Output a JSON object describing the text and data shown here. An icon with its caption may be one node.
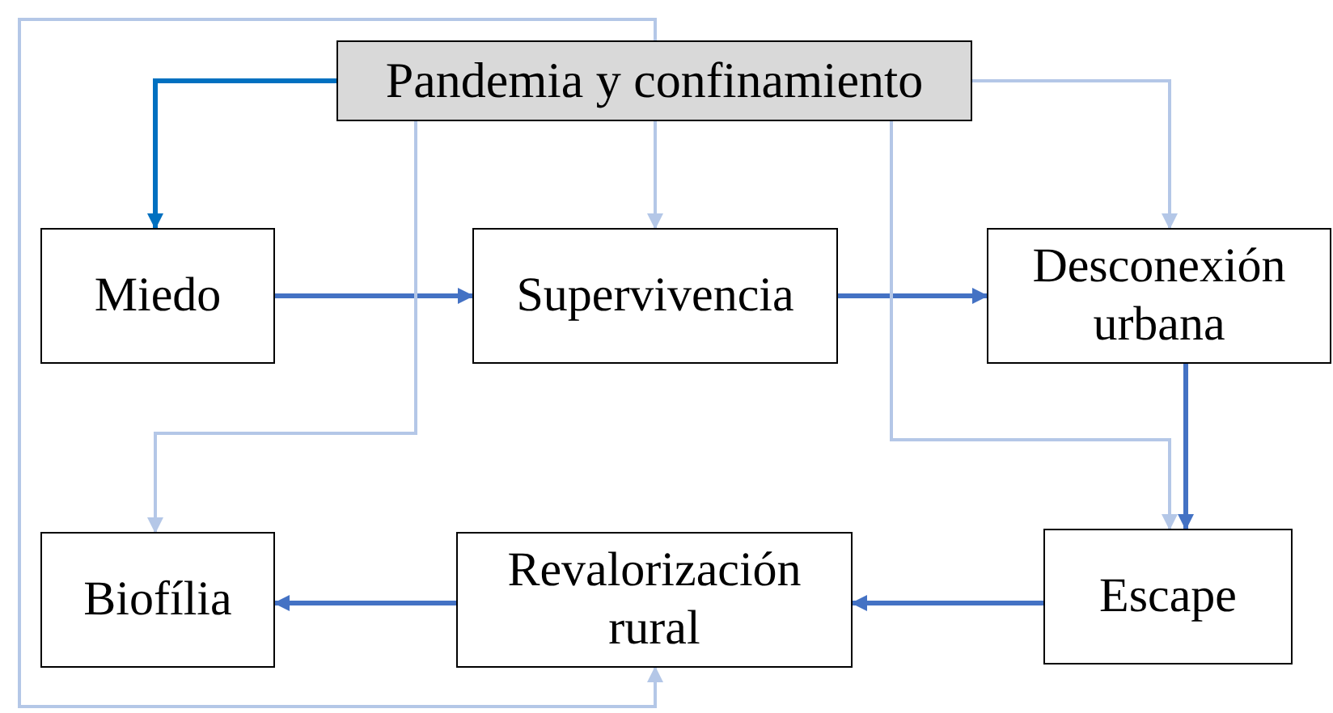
{
  "diagram": {
    "nodes": [
      {
        "text": [
          "Pandemia y confinamiento"
        ]
      },
      {
        "text": [
          "Miedo"
        ]
      },
      {
        "text": [
          "Supervivencia"
        ]
      },
      {
        "text": [
          "Desconexión urbana"
        ]
      },
      {
        "text": [
          "Biofília"
        ]
      },
      {
        "text": [
          "Revalorización rural"
        ]
      },
      {
        "text": [
          "Escape"
        ]
      }
    ],
    "edges": [
      {
        "from": 0,
        "to": 1,
        "arrow": "to",
        "color": "#0070c0"
      },
      {
        "from": 1,
        "to": 2,
        "arrow": "to"
      },
      {
        "from": 2,
        "to": 3,
        "arrow": "to"
      },
      {
        "from": 3,
        "to": 6,
        "arrow": "to"
      },
      {
        "from": 6,
        "to": 5,
        "arrow": "to"
      },
      {
        "from": 5,
        "to": 4,
        "arrow": "to"
      },
      {
        "from": 0,
        "to": 2,
        "arrow": "to",
        "color": "#b4c7e7"
      },
      {
        "from": 0,
        "to": 3,
        "arrow": "to",
        "color": "#b4c7e7"
      },
      {
        "from": 0,
        "to": 4,
        "arrow": "to",
        "color": "#b4c7e7"
      },
      {
        "from": 0,
        "to": 6,
        "arrow": "to",
        "color": "#b4c7e7"
      },
      {
        "from": 0,
        "to": 5,
        "arrow": "to",
        "color": "#b4c7e7"
      }
    ]
  }
}
